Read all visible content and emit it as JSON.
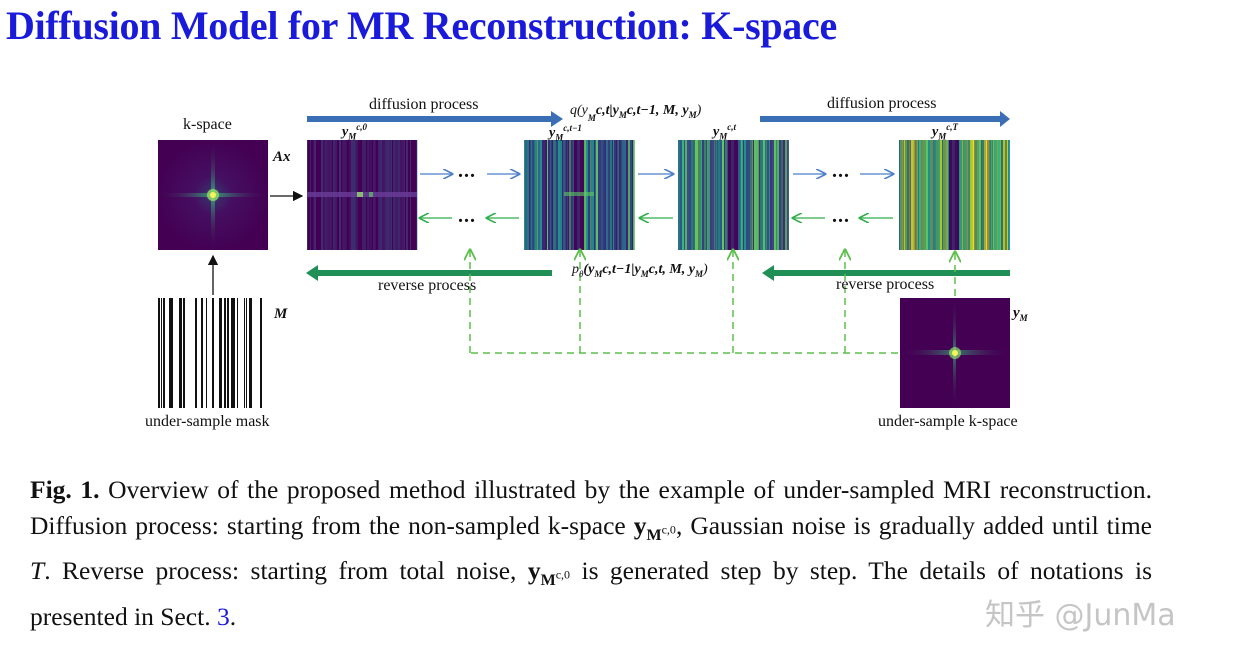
{
  "title": "Diffusion Model for MR Reconstruction: K-space",
  "diagram": {
    "kspace_label": "k-space",
    "ax_label": "Ax",
    "mask_label": "under-sample mask",
    "m_label": "M",
    "undersampled_kspace_label": "under-sample k-space",
    "ym_label": "y",
    "ym_sub": "M",
    "diffusion_label_left": "diffusion process",
    "diffusion_label_right": "diffusion process",
    "reverse_label_left": "reverse process",
    "reverse_label_right": "reverse process",
    "q_formula": "q(y",
    "q_formula_rest": "c,t|y",
    "q_formula_end": "c,t−1, M, y",
    "q_close": ")",
    "p_formula": "p",
    "p_theta": "θ",
    "p_rest_open": "(y",
    "p_mid": "c,t−1|y",
    "p_mid2": "c,t, M, y",
    "p_close": ")",
    "panels": [
      {
        "label_main": "y",
        "label_sup": "M",
        "label_sub": "c,0"
      },
      {
        "label_main": "y",
        "label_sup": "M",
        "label_sub": "c,t−1"
      },
      {
        "label_main": "y",
        "label_sup": "M",
        "label_sub": "c,t"
      },
      {
        "label_main": "y",
        "label_sup": "M",
        "label_sub": "c,T"
      }
    ],
    "ellipsis": "...",
    "colors": {
      "diffusion_arrow": "#3a6fb5",
      "reverse_arrow": "#1f8f55",
      "dashed": "#5bbf4a",
      "thin_blue": "#4a7fc9",
      "thin_green": "#2fae4a"
    }
  },
  "caption": {
    "fig": "Fig. 1.",
    "t1": " Overview of the proposed method illustrated by the example of under-sampled MRI reconstruction. Diffusion process: starting from the non-sampled k-space ",
    "sym1": "y",
    "sym1_sub": "M",
    "sym1_sub2": "c,0",
    "t2": ", Gaussian noise is gradually added until time ",
    "T": "T",
    "t3": ". Reverse process: starting from total noise, ",
    "sym2": "y",
    "sym2_sub": "M",
    "sym2_sub2": "c,0",
    "t4": " is generated step by step. The details of notations is presented in Sect. ",
    "ref": "3",
    "t5": "."
  },
  "watermark": "知乎 @JunMa"
}
